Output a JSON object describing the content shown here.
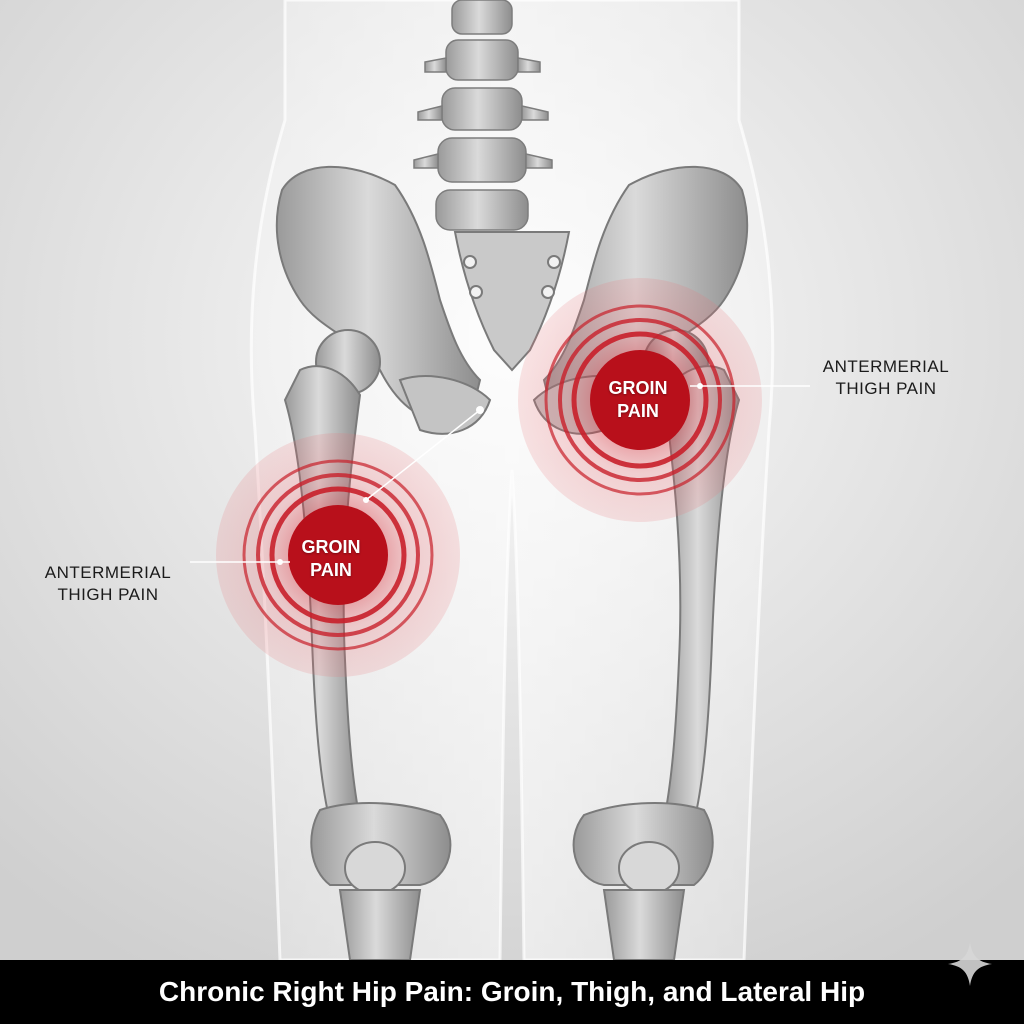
{
  "illustration": {
    "subject": "translucent-body-with-pelvis-and-femurs",
    "pain_color": "#d42a35",
    "right_zone": {
      "center_label": [
        "GROIN",
        "PAIN"
      ],
      "callout": [
        "ANTERMERIAL",
        "THIGH PAIN"
      ]
    },
    "left_zone": {
      "center_label": [
        "GROIN",
        "PAIN"
      ],
      "callout": [
        "ANTERMERIAL",
        "THIGH PAIN"
      ]
    }
  },
  "caption": {
    "text": "Chronic Right Hip Pain: Groin, Thigh, and Lateral Hip"
  },
  "watermark": {
    "icon": "sparkle-icon"
  }
}
